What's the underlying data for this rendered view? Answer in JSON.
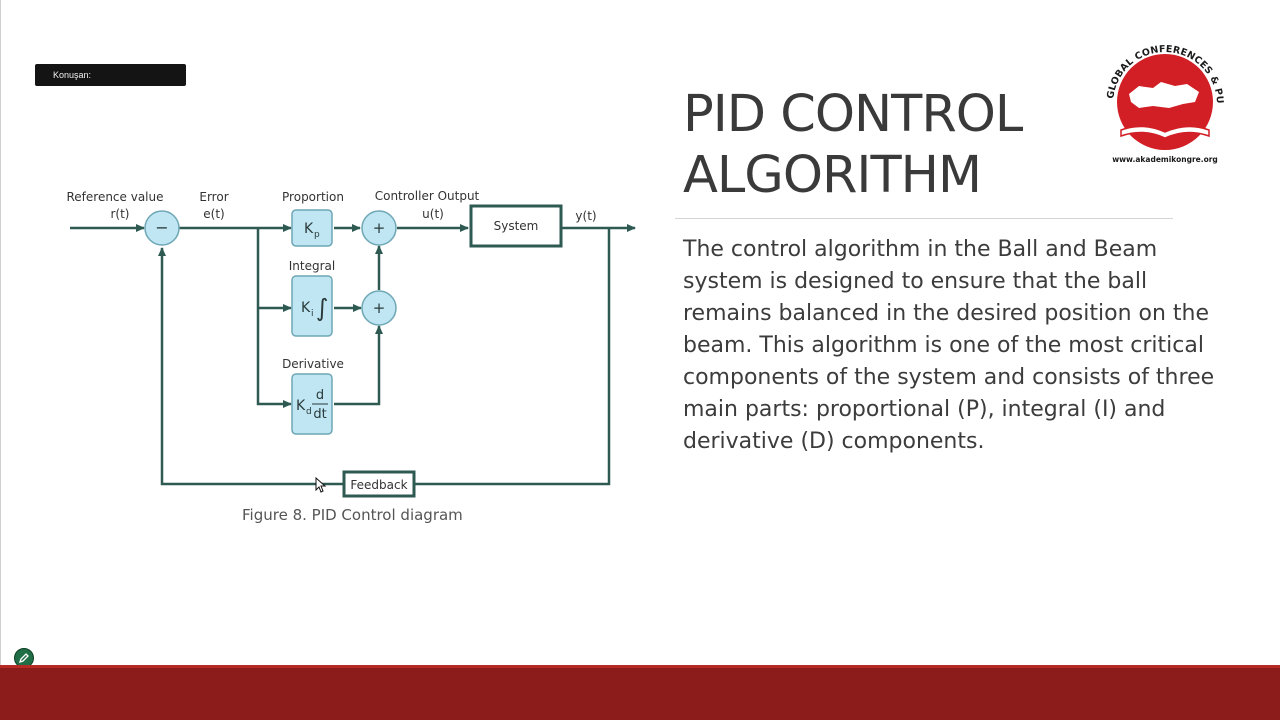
{
  "speaker": {
    "label": "Konuşan:"
  },
  "diagram": {
    "labels": {
      "reference": "Reference value",
      "r": "r(t)",
      "error": "Error",
      "e": "e(t)",
      "proportion": "Proportion",
      "integral": "Integral",
      "derivative": "Derivative",
      "controller_output": "Controller Output",
      "u": "u(t)",
      "system": "System",
      "y": "y(t)",
      "feedback": "Feedback",
      "minus": "−",
      "plus": "+",
      "kp_k": "K",
      "kp_sub": "p",
      "ki_k": "K",
      "ki_sub": "i",
      "ki_int": "∫",
      "kd_k": "K",
      "kd_sub": "d",
      "kd_num": "d",
      "kd_den": "dt"
    },
    "colors": {
      "line": "#2e5a52",
      "block_fill": "#bfe6f2",
      "block_stroke": "#2e5a52"
    }
  },
  "caption": "Figure 8. PID Control diagram",
  "title": "PID CONTROL ALGORITHM",
  "body": "The control algorithm in the Ball and Beam system is designed to ensure that the ball remains balanced in the desired position on the beam. This algorithm is one of the most critical components of the system and consists of three main parts: proportional (P), integral (I) and derivative (D) components.",
  "logo": {
    "text": "ACADEMY GLOBAL CONFERENCES & PUBLISHING",
    "url": "www.akademikongre.org",
    "color": "#d21f26"
  },
  "bottom_bar": {
    "color": "#8c1c1c"
  }
}
